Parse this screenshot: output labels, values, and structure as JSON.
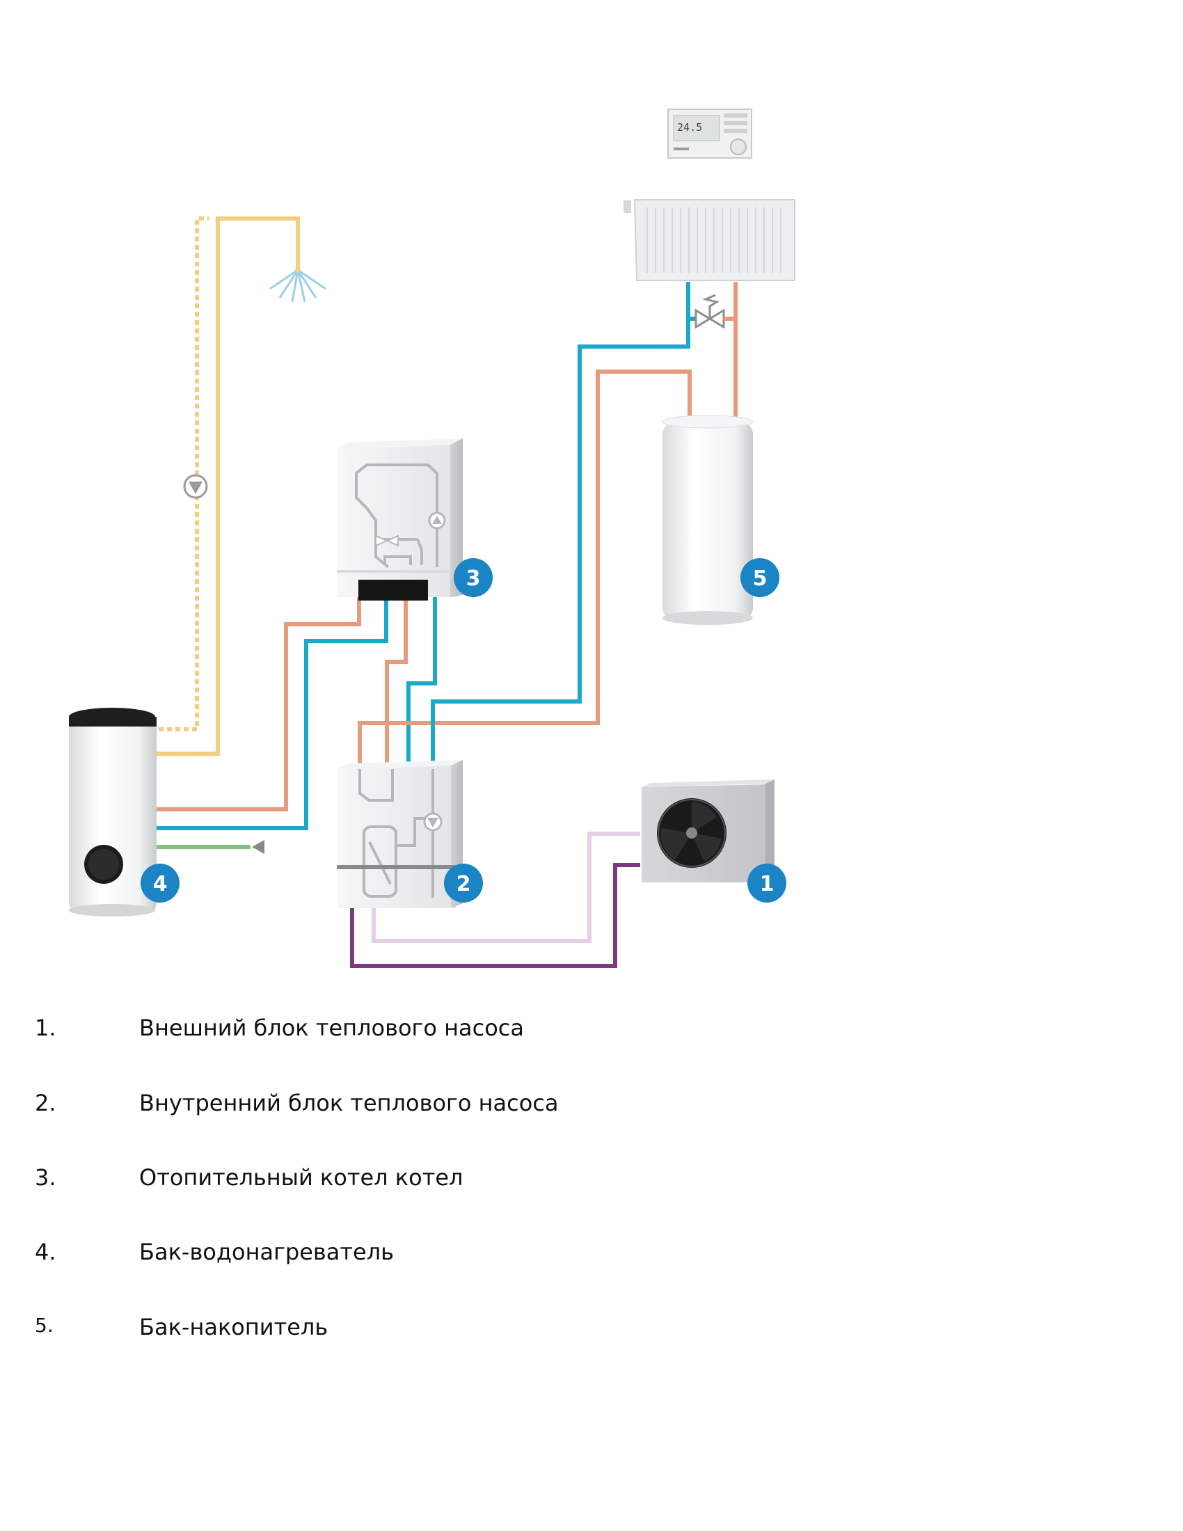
{
  "colors": {
    "hot": "#e89a7c",
    "cold": "#1ba8c9",
    "dhw": "#f2ce7e",
    "circulation": "#f2ce7e",
    "refrigerant_gas": "#7d3a80",
    "refrigerant_liquid": "#e6cfe4",
    "cold_inlet": "#7fc47a",
    "badge": "#1b84c4"
  },
  "diagram": {
    "badges": [
      "1",
      "2",
      "3",
      "4",
      "5"
    ],
    "thermostat_display": "24.5",
    "icons": [
      "shower-head-icon",
      "circulation-pump-icon",
      "radiator-icon",
      "thermostat-icon",
      "valve-icon",
      "fan-icon"
    ]
  },
  "legend": [
    {
      "number": "1.",
      "text": "Внешний блок теплового насоса"
    },
    {
      "number": "2.",
      "text": "Внутренний блок теплового насоса"
    },
    {
      "number": "3.",
      "text": "Отопительный котел котел"
    },
    {
      "number": "4.",
      "text": "Бак-водонагреватель"
    },
    {
      "number": "5.",
      "text": "Бак-накопитель"
    }
  ]
}
